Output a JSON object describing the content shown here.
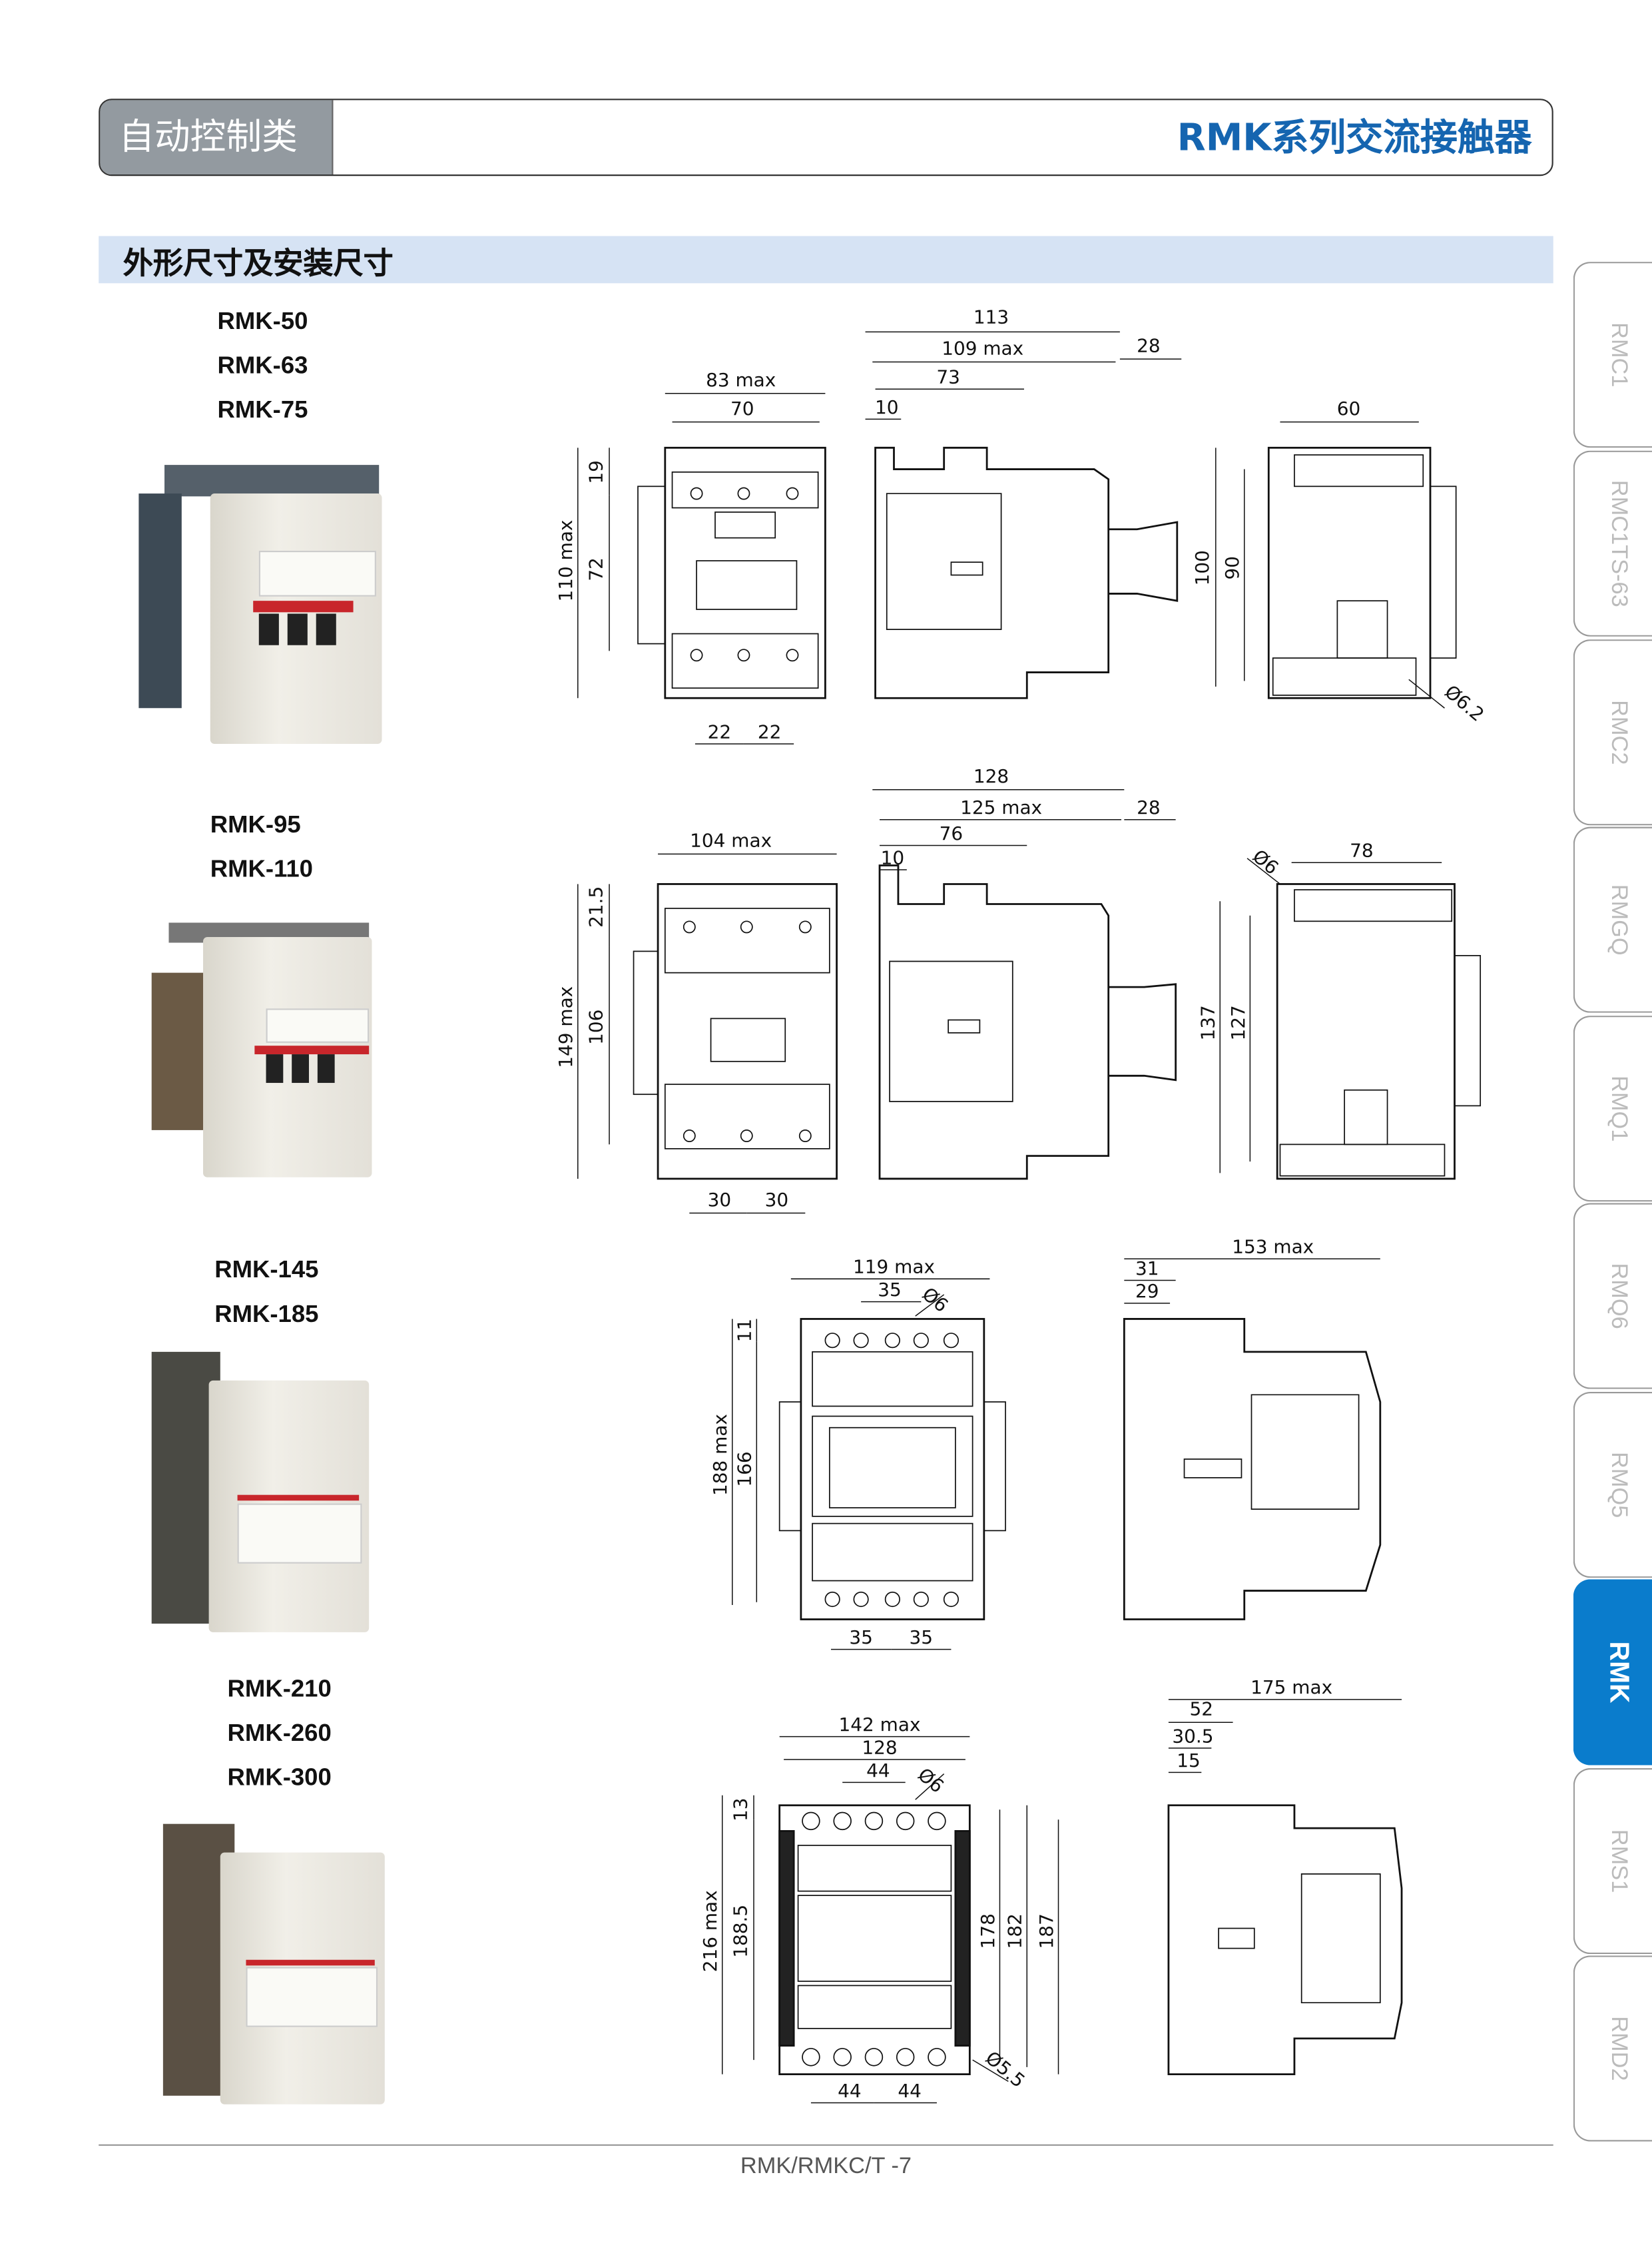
{
  "header": {
    "category": "自动控制类",
    "title": "RMK系列交流接触器"
  },
  "section_title": "外形尺寸及安装尺寸",
  "groups": [
    {
      "models": [
        "RMK-50",
        "RMK-63",
        "RMK-75"
      ],
      "dims": [
        "83 max",
        "70",
        "110 max",
        "19",
        "72",
        "22",
        "22",
        "113",
        "109 max",
        "28",
        "73",
        "10",
        "60",
        "100",
        "90",
        "Ø6.2"
      ]
    },
    {
      "models": [
        "RMK-95",
        "RMK-110"
      ],
      "dims": [
        "104 max",
        "149 max",
        "21.5",
        "106",
        "30",
        "30",
        "128",
        "125 max",
        "28",
        "76",
        "10",
        "78",
        "Ø6",
        "137",
        "127"
      ]
    },
    {
      "models": [
        "RMK-145",
        "RMK-185"
      ],
      "dims": [
        "119 max",
        "35",
        "Ø6",
        "188 max",
        "11",
        "166",
        "35",
        "35",
        "153 max",
        "31",
        "29"
      ]
    },
    {
      "models": [
        "RMK-210",
        "RMK-260",
        "RMK-300"
      ],
      "dims": [
        "142 max",
        "128",
        "44",
        "Ø6",
        "216 max",
        "13",
        "188.5",
        "178",
        "182",
        "187",
        "Ø5.5",
        "44",
        "44",
        "175 max",
        "52",
        "30.5",
        "15"
      ]
    }
  ],
  "side_tabs": [
    {
      "label": "RMC1",
      "active": false
    },
    {
      "label": "RMC1TS-63",
      "active": false
    },
    {
      "label": "RMC2",
      "active": false
    },
    {
      "label": "RMGQ",
      "active": false
    },
    {
      "label": "RMQ1",
      "active": false
    },
    {
      "label": "RMQ6",
      "active": false
    },
    {
      "label": "RMQ5",
      "active": false
    },
    {
      "label": "RMK",
      "active": true
    },
    {
      "label": "RMS1",
      "active": false
    },
    {
      "label": "RMD2",
      "active": false
    }
  ],
  "footer": {
    "page": "RMK/RMKC/T -7"
  },
  "colors": {
    "brand_blue": "#1565b0",
    "tab_active": "#0a7ccc",
    "section_bg": "#d6e3f4",
    "header_gray": "#939aa0"
  }
}
